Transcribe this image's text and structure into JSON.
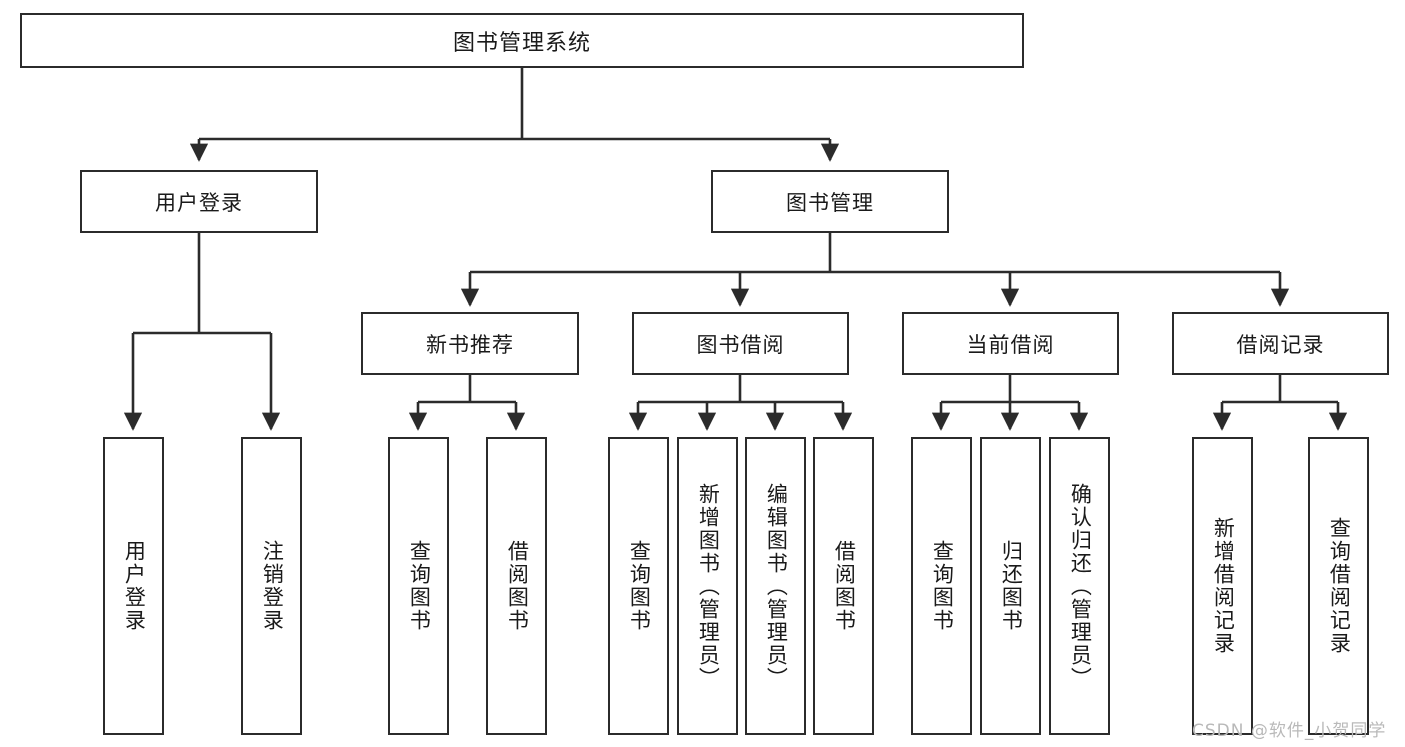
{
  "diagram": {
    "type": "tree-hierarchy",
    "title": "图书管理系统",
    "watermark": "CSDN @软件_小贺同学",
    "colors": {
      "stroke": "#2b2b2b",
      "background": "#ffffff",
      "text": "#1a1a1a",
      "watermark": "#b9b9b9"
    },
    "root": {
      "label": "图书管理系统"
    },
    "level2": [
      {
        "label": "用户登录"
      },
      {
        "label": "图书管理"
      }
    ],
    "level3": [
      {
        "label": "新书推荐"
      },
      {
        "label": "图书借阅"
      },
      {
        "label": "当前借阅"
      },
      {
        "label": "借阅记录"
      }
    ],
    "leaves": {
      "user_login": [
        {
          "label": "用户登录"
        },
        {
          "label": "注销登录"
        }
      ],
      "new_book": [
        {
          "label": "查询图书"
        },
        {
          "label": "借阅图书"
        }
      ],
      "book_borrow": [
        {
          "label": "查询图书"
        },
        {
          "label": "新增图书（管理员）"
        },
        {
          "label": "编辑图书（管理员）"
        },
        {
          "label": "借阅图书"
        }
      ],
      "current_borrow": [
        {
          "label": "查询图书"
        },
        {
          "label": "归还图书"
        },
        {
          "label": "确认归还（管理员）"
        }
      ],
      "borrow_record": [
        {
          "label": "新增借阅记录"
        },
        {
          "label": "查询借阅记录"
        }
      ]
    }
  }
}
